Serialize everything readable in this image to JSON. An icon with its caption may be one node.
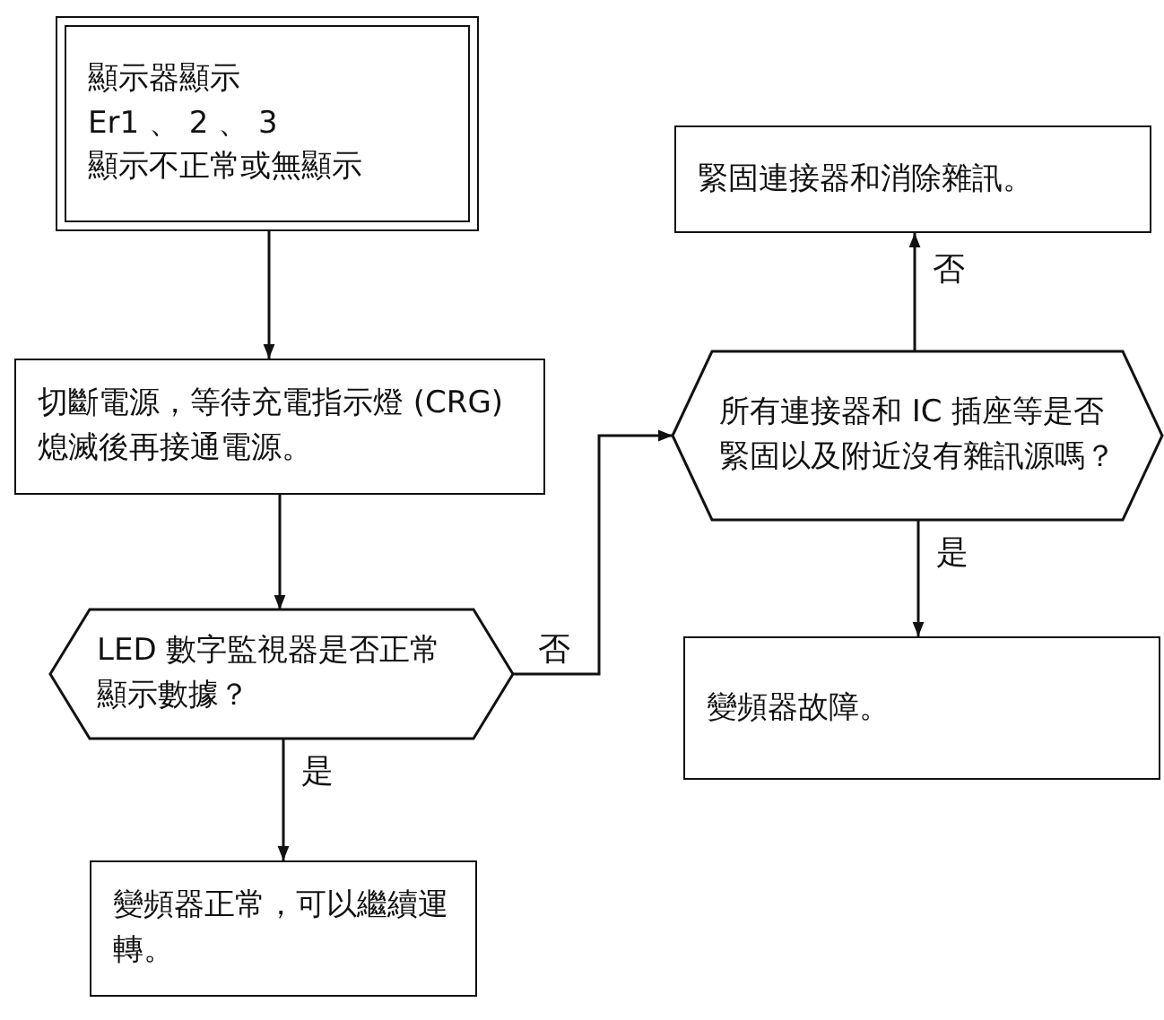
{
  "diagram": {
    "nodes": [
      {
        "text": [
          "顯示器顯示",
          "Er1 、 2 、 3",
          "顯示不正常或無顯示"
        ]
      },
      {
        "text": [
          "切斷電源，等待充電指示燈 (CRG) 熄滅後再接通電源。"
        ]
      },
      {
        "text": [
          "LED 數字監視器是否正常顯示數據？"
        ]
      },
      {
        "text": [
          "變頻器正常，可以繼續運轉。"
        ]
      },
      {
        "text": [
          "緊固連接器和消除雜訊。"
        ]
      },
      {
        "text": [
          "所有連接器和 IC 插座等是否緊固以及附近沒有雜訊源嗎？"
        ]
      },
      {
        "text": [
          "變頻器故障。"
        ]
      }
    ],
    "edges": [
      {
        "from": 0,
        "to": 1,
        "arrow": "to"
      },
      {
        "from": 1,
        "to": 2,
        "arrow": "to"
      },
      {
        "from": 2,
        "to": 3,
        "arrow": "to",
        "label": "是"
      },
      {
        "from": 2,
        "to": 5,
        "arrow": "to",
        "label": "否"
      },
      {
        "from": 5,
        "to": 4,
        "arrow": "to",
        "label": "否"
      },
      {
        "from": 5,
        "to": 6,
        "arrow": "to",
        "label": "是"
      }
    ]
  }
}
